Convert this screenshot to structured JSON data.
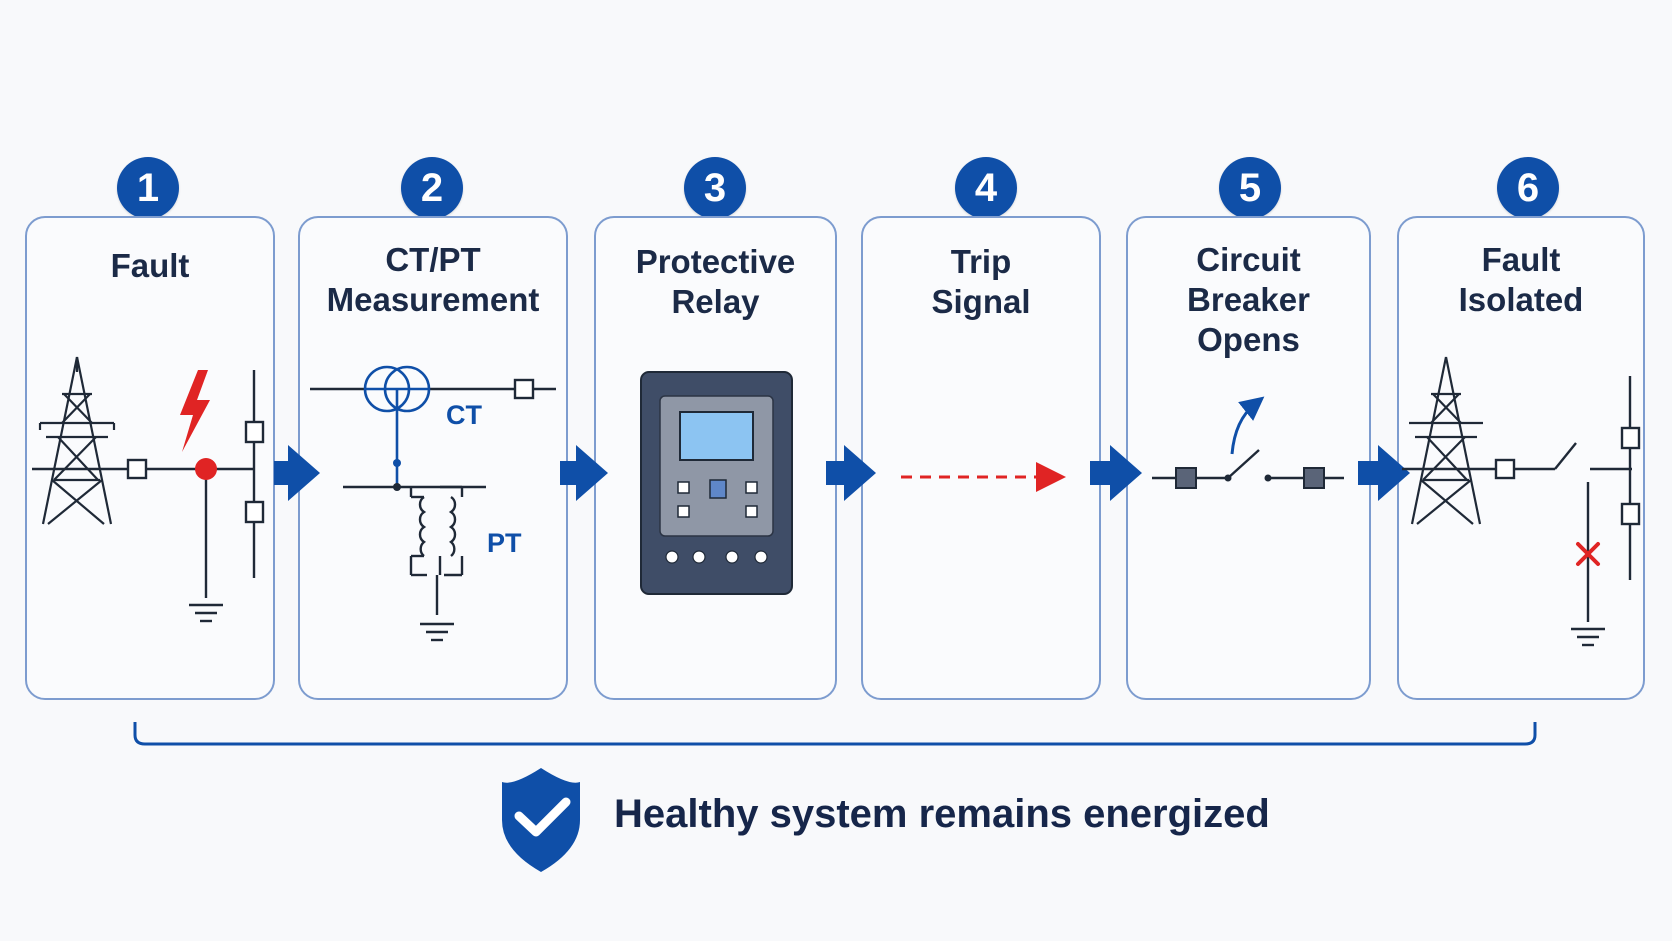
{
  "steps": [
    {
      "number": "1",
      "title": "Fault"
    },
    {
      "number": "2",
      "title": "CT/PT\nMeasurement"
    },
    {
      "number": "3",
      "title": "Protective\nRelay"
    },
    {
      "number": "4",
      "title": "Trip\nSignal"
    },
    {
      "number": "5",
      "title": "Circuit\nBreaker\nOpens"
    },
    {
      "number": "6",
      "title": "Fault\nIsolated"
    }
  ],
  "labels": {
    "ct": "CT",
    "pt": "PT"
  },
  "footer": {
    "text": "Healthy system remains energized"
  },
  "colors": {
    "primary": "#0f4fa8",
    "fault_red": "#e02424",
    "card_border": "#7d9ccf",
    "text_dark": "#1b2a47"
  }
}
